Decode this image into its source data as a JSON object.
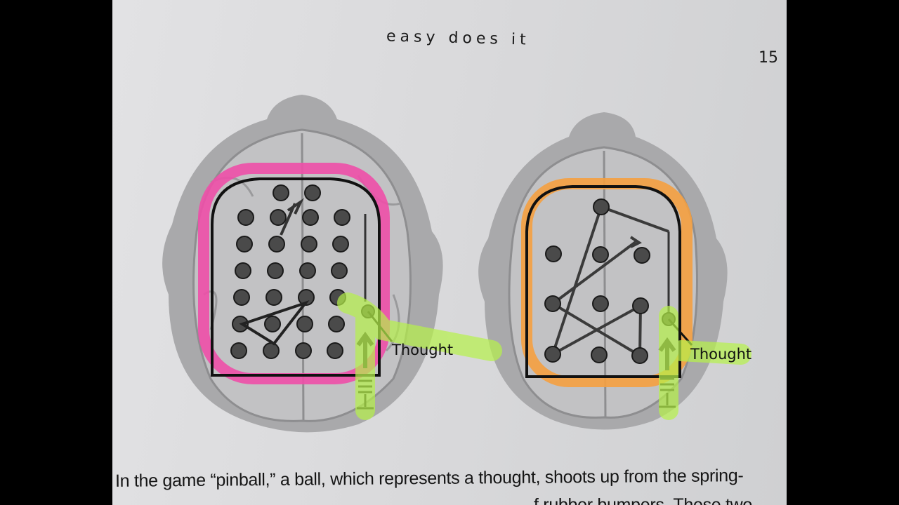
{
  "page": {
    "running_header": "easy does it",
    "page_number": "15"
  },
  "figure": {
    "left_label": "Thought",
    "right_label": "Thought",
    "colors": {
      "left_highlight": "#ee4fa8",
      "right_highlight": "#f5a040",
      "thought_highlight": "#b6f24a"
    }
  },
  "body_text": {
    "line1": "In the game “pinball,” a ball, which represents a thought, shoots up from the spring-",
    "line2_partial": "f rubber bumpers. These two"
  }
}
